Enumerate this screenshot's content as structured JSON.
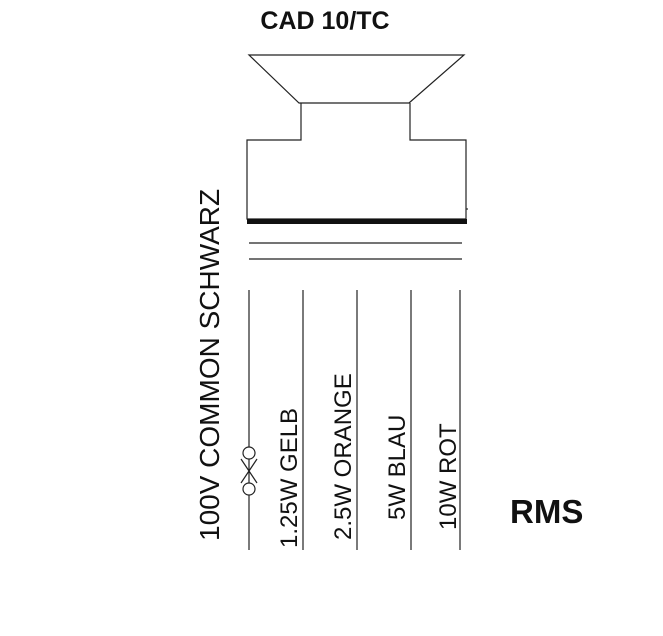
{
  "title": "CAD 10/TC",
  "rms_label": "RMS",
  "common_label": "100V  COMMON SCHWARZ",
  "taps": [
    {
      "label": "1.25W GELB"
    },
    {
      "label": "2.5W ORANGE"
    },
    {
      "label": "5W BLAU"
    },
    {
      "label": "10W ROT"
    }
  ]
}
